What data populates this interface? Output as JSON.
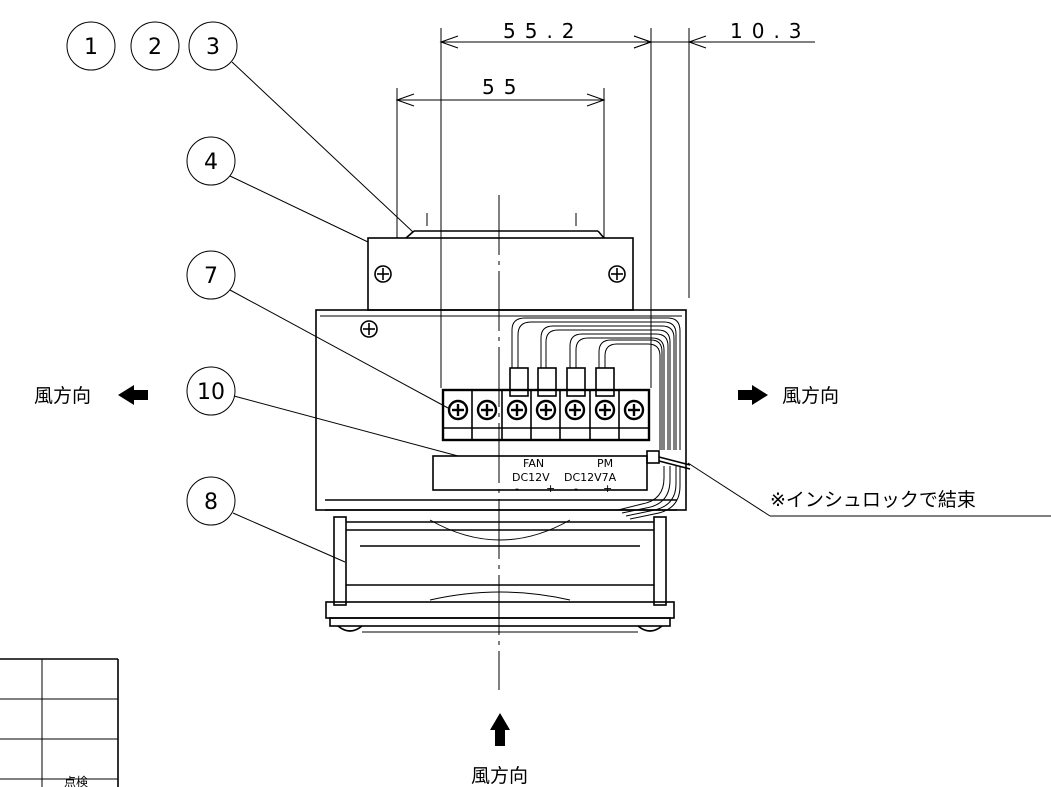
{
  "dimensions": {
    "top_left": "55.2",
    "top_right": "10.3",
    "inner": "55"
  },
  "balloons": [
    "1",
    "2",
    "3",
    "4",
    "7",
    "10",
    "8"
  ],
  "wind_direction": {
    "left": "風方向",
    "right": "風方向",
    "bottom": "風方向"
  },
  "label_plate": {
    "fan_label": "FAN",
    "fan_voltage": "DC12V",
    "pm_label": "PM",
    "pm_voltage": "DC12V7A",
    "minus": "-",
    "plus": "+"
  },
  "note": "※インシュロックで結束",
  "title_block": {
    "cell_a": "",
    "cell_b": "",
    "cell_c": "",
    "cell_d": "",
    "cell_e": "",
    "cell_f": "",
    "cell_g": "",
    "cell_h": "点検"
  }
}
